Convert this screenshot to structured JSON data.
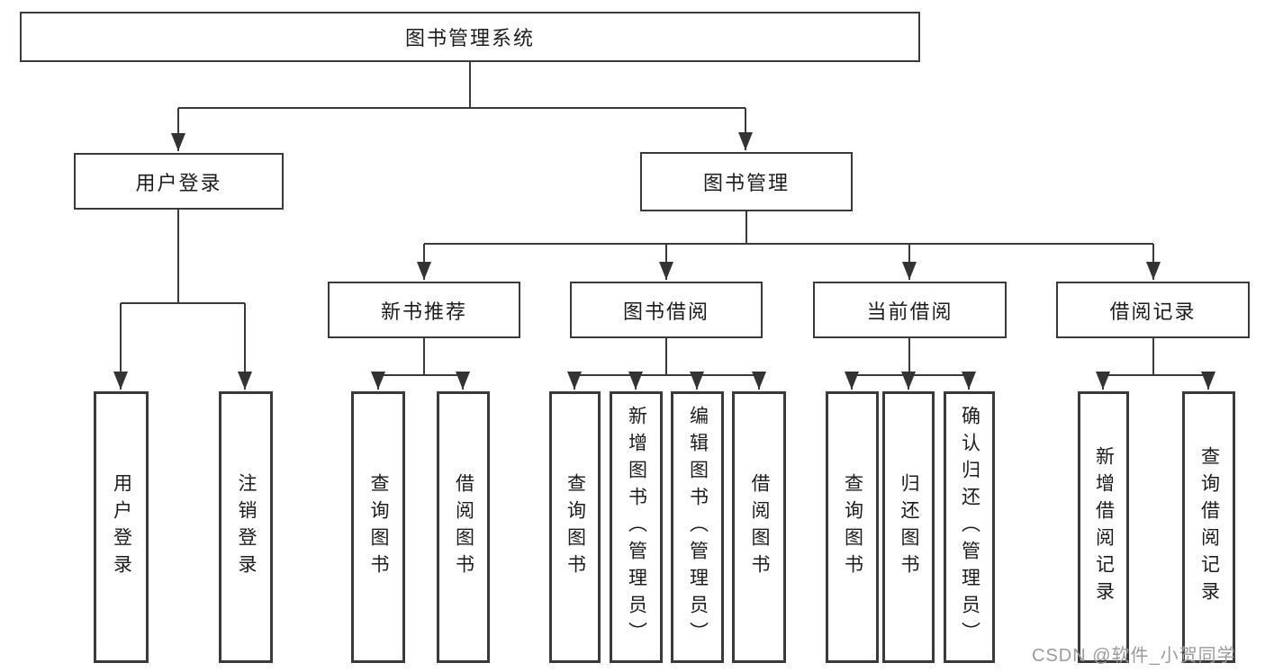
{
  "tree": {
    "root": {
      "label": "图书管理系统"
    },
    "branches": [
      {
        "label": "用户登录",
        "children": [
          {
            "label": "用户登录"
          },
          {
            "label": "注销登录"
          }
        ]
      },
      {
        "label": "图书管理",
        "children": [
          {
            "label": "新书推荐",
            "children": [
              {
                "label": "查询图书"
              },
              {
                "label": "借阅图书"
              }
            ]
          },
          {
            "label": "图书借阅",
            "children": [
              {
                "label": "查询图书"
              },
              {
                "label": "新增图书（管理员）"
              },
              {
                "label": "编辑图书（管理员）"
              },
              {
                "label": "借阅图书"
              }
            ]
          },
          {
            "label": "当前借阅",
            "children": [
              {
                "label": "查询图书"
              },
              {
                "label": "归还图书"
              },
              {
                "label": "确认归还（管理员）"
              }
            ]
          },
          {
            "label": "借阅记录",
            "children": [
              {
                "label": "新增借阅记录"
              },
              {
                "label": "查询借阅记录"
              }
            ]
          }
        ]
      }
    ]
  },
  "watermark": {
    "text": "CSDN @软件_小贺同学"
  },
  "colors": {
    "line": "#3a3a3a",
    "text": "#1c1c1c",
    "background": "#ffffff",
    "watermark": "#9b9b9b"
  }
}
